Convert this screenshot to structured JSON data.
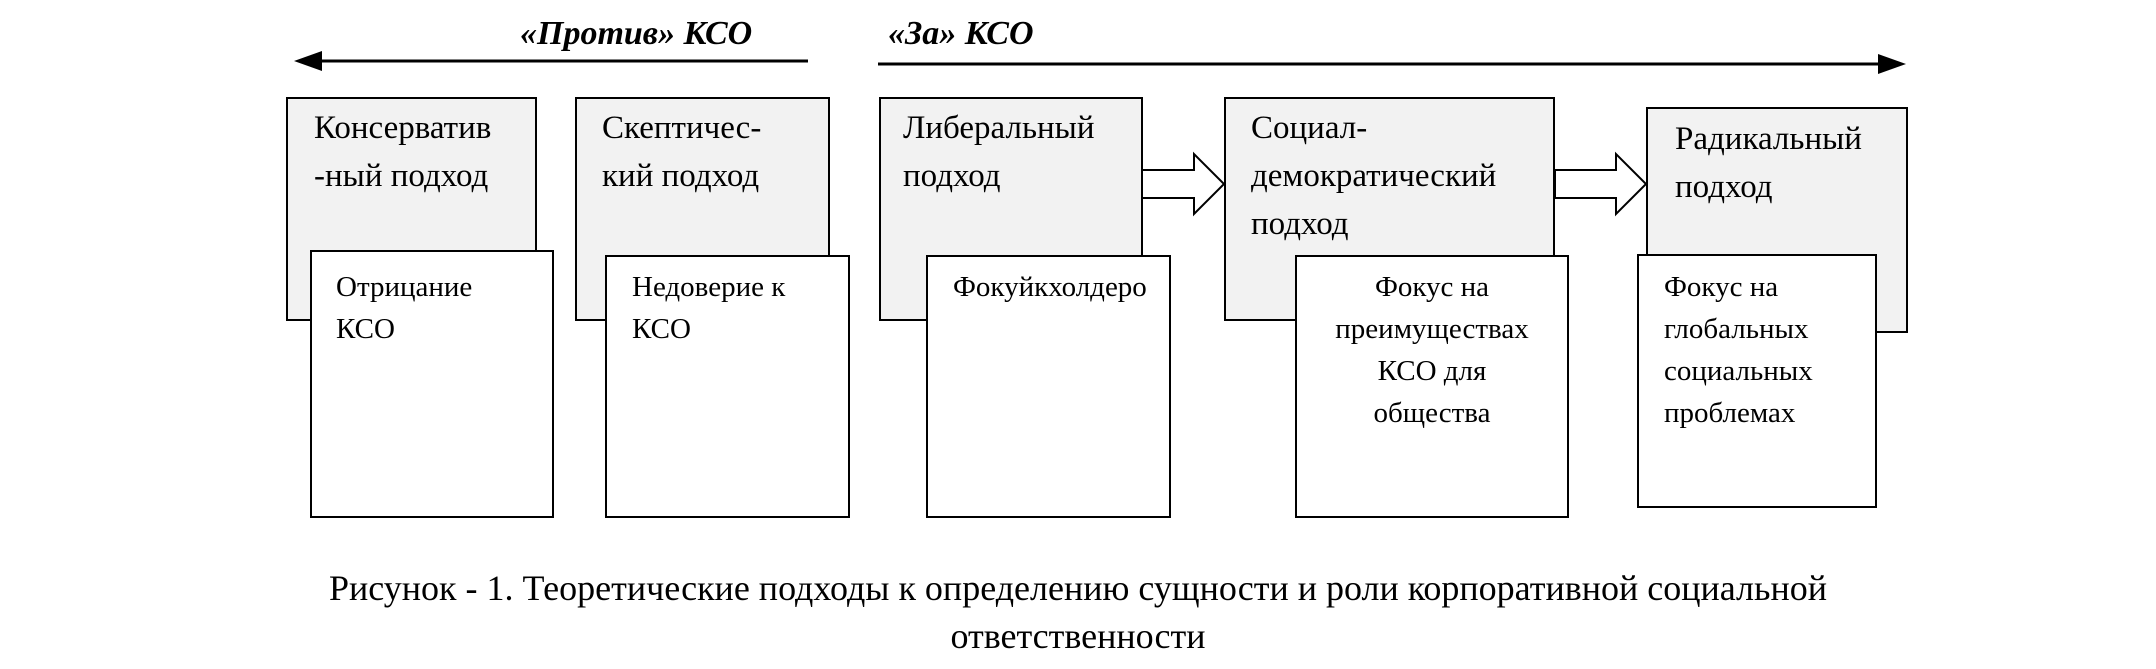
{
  "header": {
    "against": "«Против» КСО",
    "for": "«За» КСО"
  },
  "approaches": [
    {
      "title": [
        "Консерватив",
        "-ный подход"
      ],
      "description": [
        "Отрицание",
        "КСО"
      ]
    },
    {
      "title": [
        "Скептичес-",
        "кий подход"
      ],
      "description": [
        "Недоверие к",
        "КСО"
      ]
    },
    {
      "title": [
        "Либеральный",
        "подход"
      ],
      "description": [
        "Фокуйкхолдеро"
      ]
    },
    {
      "title": [
        "Социал-",
        "демократический",
        "подход"
      ],
      "description": [
        "Фокус на",
        "преимуществах",
        "КСО для",
        "общества"
      ]
    },
    {
      "title": [
        "Радикальный",
        "подход"
      ],
      "description": [
        "Фокус на",
        "глобальных",
        "социальных",
        "проблемах"
      ]
    }
  ],
  "caption": {
    "line1": "Рисунок - 1. Теоретические подходы к определению сущности и роли корпоративной социальной",
    "line2": "ответственности"
  }
}
